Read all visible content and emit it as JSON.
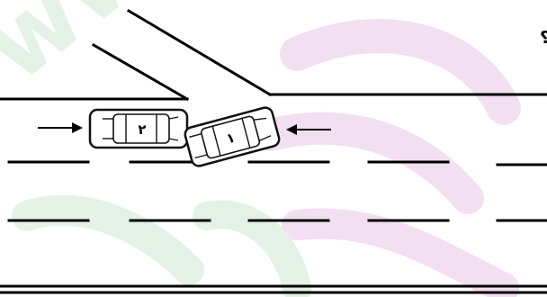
{
  "question_fragment": "ست؟",
  "watermark_text": "www",
  "vehicles": [
    {
      "label": "۲",
      "name": "car-2"
    },
    {
      "label": "۱",
      "name": "car-1"
    }
  ],
  "colors": {
    "road_line": "#000000",
    "car_fill": "#ffffff",
    "car_outline": "#111111",
    "watermark_pink": "#e9c6e6",
    "watermark_green": "#cfe7d3"
  }
}
